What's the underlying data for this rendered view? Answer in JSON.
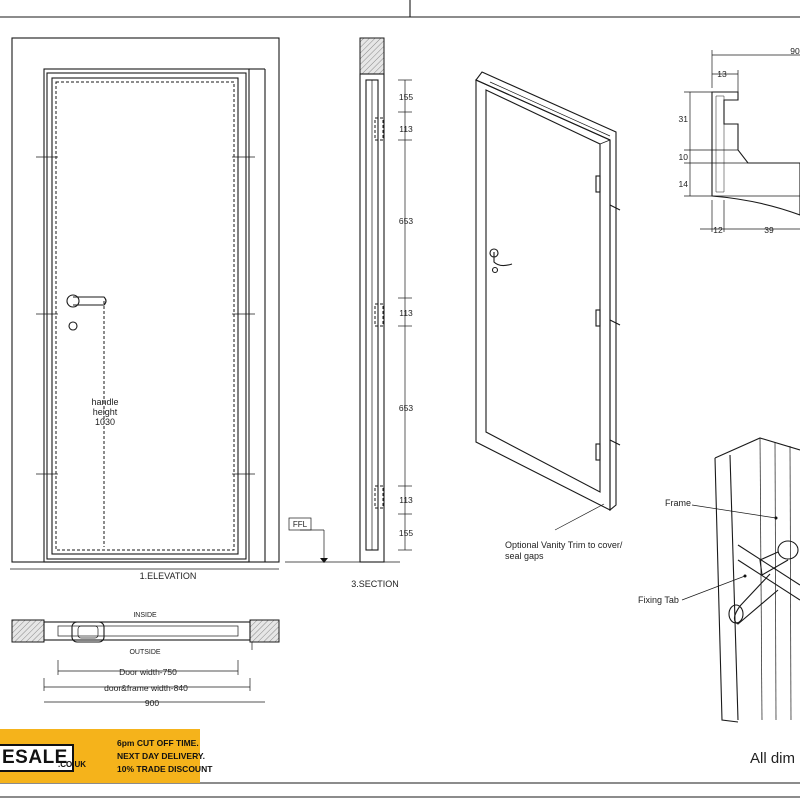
{
  "elevation": {
    "title": "1.ELEVATION",
    "handle_label": [
      "handle",
      "height",
      "1030"
    ]
  },
  "section": {
    "title": "3.SECTION",
    "ffl": "FFL",
    "dims": [
      "155",
      "113",
      "653",
      "113",
      "653",
      "113",
      "155"
    ]
  },
  "plan": {
    "inside": "INSIDE",
    "outside": "OUTSIDE",
    "door_width": "Door width-750",
    "frame_width": "door&frame width-840",
    "overall": "900"
  },
  "iso": {
    "trim_note": [
      "Optional Vanity Trim to cover/",
      "seal gaps"
    ]
  },
  "frame_profile": {
    "dims": [
      "90",
      "13",
      "31",
      "10",
      "14",
      "12",
      "39"
    ]
  },
  "fixing_detail": {
    "frame": "Frame",
    "tab": "Fixing Tab"
  },
  "footer": {
    "brand": "ESALE",
    "brand_suffix": ".CO.UK",
    "promo": [
      "6pm CUT OFF TIME.",
      "NEXT DAY DELIVERY.",
      "10% TRADE DISCOUNT"
    ],
    "note": "All dim"
  }
}
